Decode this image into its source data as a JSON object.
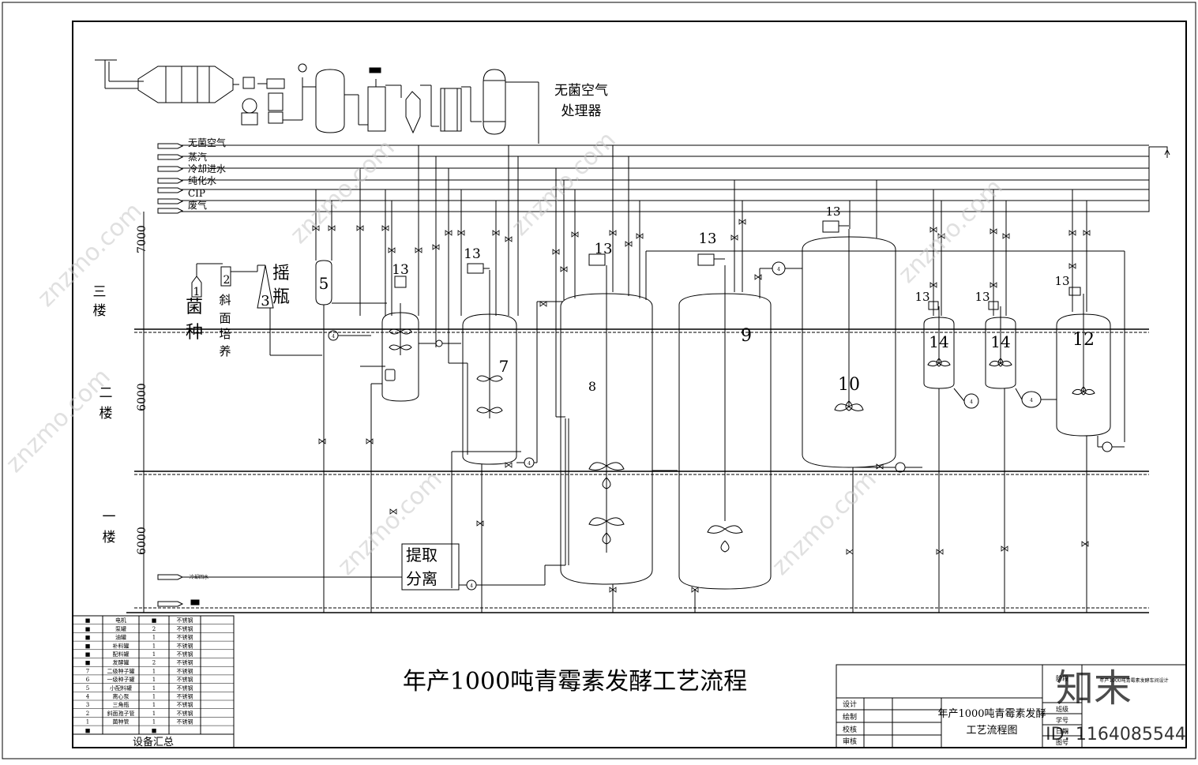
{
  "title": "年产1000吨青霉素发酵工艺流程",
  "air_unit_label": [
    "无菌空气",
    "处理器"
  ],
  "utility_lines": [
    "无菌空气",
    "蒸汽",
    "冷却进水",
    "纯化水",
    "CIP",
    "废气"
  ],
  "floors": [
    {
      "name": "三楼",
      "chars": [
        "三",
        "楼"
      ],
      "height": "7000"
    },
    {
      "name": "二楼",
      "chars": [
        "二",
        "楼"
      ],
      "height": "6000"
    },
    {
      "name": "一楼",
      "chars": [
        "一",
        "楼"
      ],
      "height": "6000"
    }
  ],
  "numbers": {
    "n1": "1",
    "n2": "2",
    "n3": "3",
    "n4": "4",
    "n5": "5",
    "n7": "7",
    "n8": "8",
    "n9": "9",
    "n10": "10",
    "n12": "12",
    "n13": "13",
    "n14": "14"
  },
  "labels": {
    "culture_a": "菌",
    "culture_b": "种",
    "slant": [
      "斜",
      "面",
      "培",
      "养"
    ],
    "shake": [
      "摇",
      "瓶"
    ],
    "extract": [
      "提取",
      "分离"
    ]
  },
  "bottom_left_lines": [
    "冷却回水"
  ],
  "equipment_table": {
    "caption": "设备汇总",
    "rows": [
      [
        "■",
        "电机",
        "■",
        "不锈钢"
      ],
      [
        "■",
        "泵罐",
        "2",
        "不锈钢"
      ],
      [
        "■",
        "油罐",
        "1",
        "不锈钢"
      ],
      [
        "■",
        "补料罐",
        "1",
        "不锈钢"
      ],
      [
        "■",
        "配料罐",
        "1",
        "不锈钢"
      ],
      [
        "■",
        "发酵罐",
        "2",
        "不锈钢"
      ],
      [
        "7",
        "二级种子罐",
        "1",
        "不锈钢"
      ],
      [
        "6",
        "一级种子罐",
        "1",
        "不锈钢"
      ],
      [
        "5",
        "小配料罐",
        "1",
        "不锈钢"
      ],
      [
        "4",
        "离心泵",
        "1",
        "不锈钢"
      ],
      [
        "3",
        "三角瓶",
        "1",
        "不锈钢"
      ],
      [
        "2",
        "斜面孢子管",
        "1",
        "不锈钢"
      ],
      [
        "1",
        "菌种管",
        "1",
        "不锈钢"
      ],
      [
        "■",
        "",
        "■",
        ""
      ]
    ]
  },
  "title_block": {
    "roles": [
      "设计",
      "绘制",
      "校核",
      "审核"
    ],
    "drawing_name": [
      "年产1000吨青霉素发酵",
      "工艺流程图"
    ],
    "right_top": [
      "设计",
      "阶段",
      "图"
    ],
    "right_rows": [
      "班级",
      "学号",
      "日期",
      "图号"
    ],
    "project": "年产1000吨青霉素发酵车间设计"
  },
  "watermark": {
    "text": "znzmo.com",
    "brand": "知末",
    "id": "ID: 1164085544"
  }
}
